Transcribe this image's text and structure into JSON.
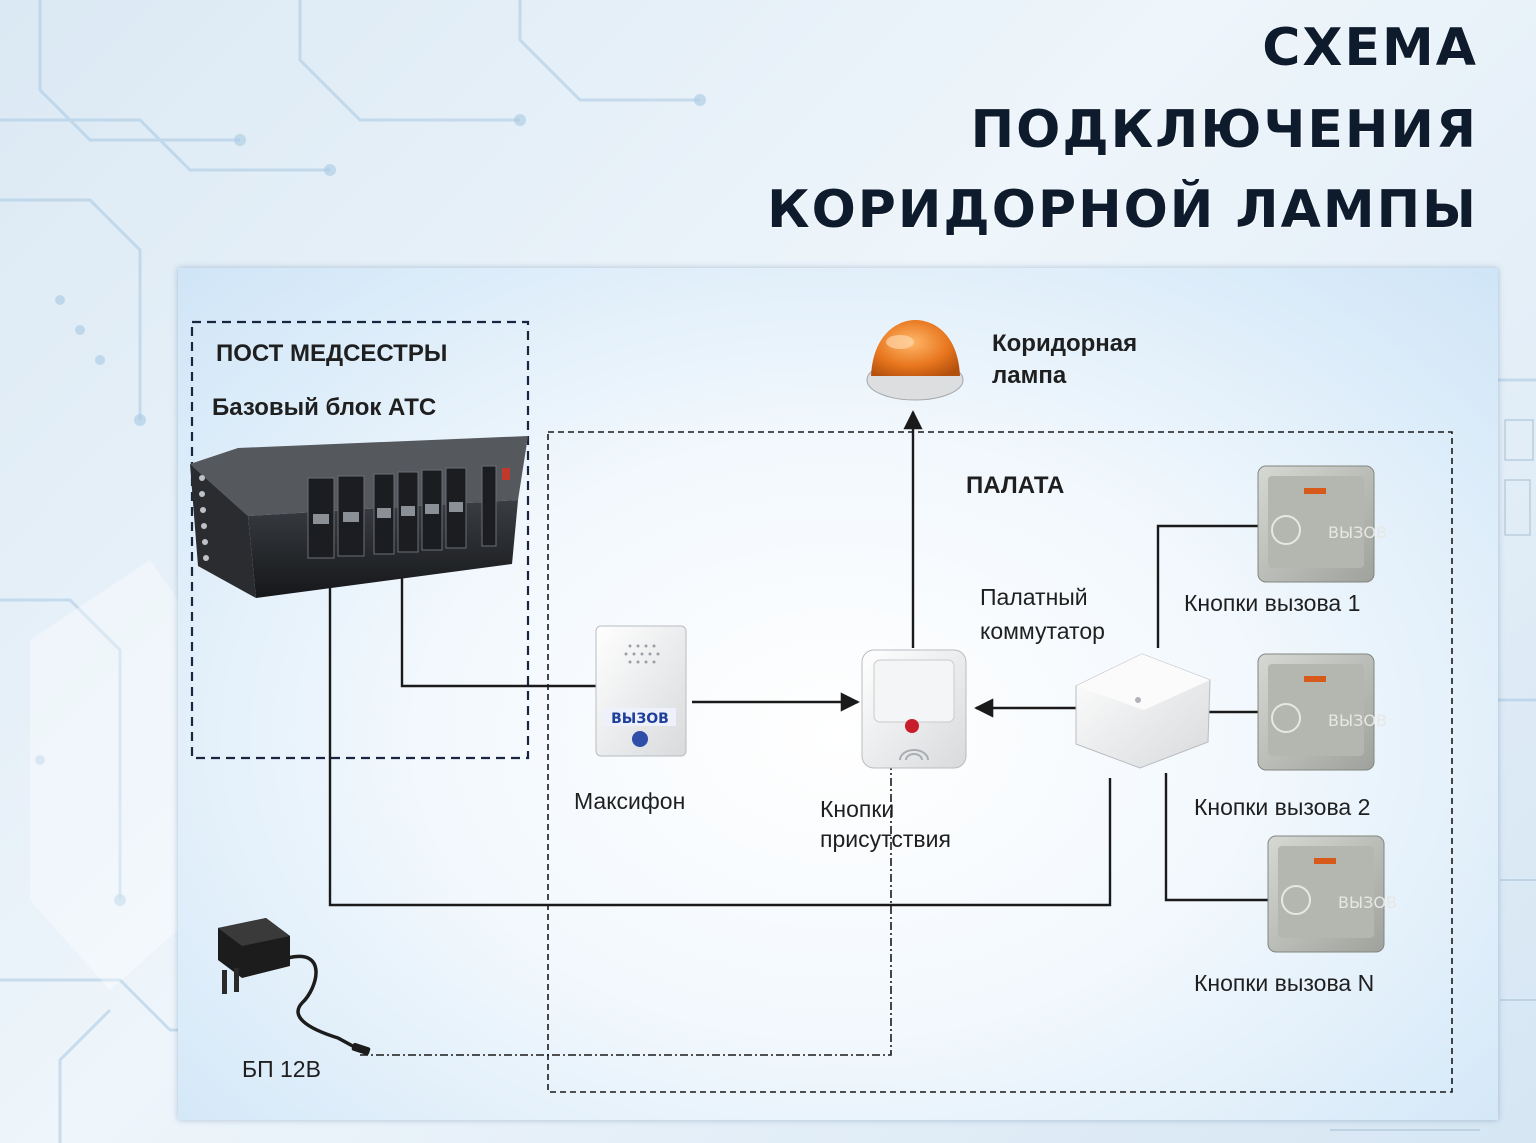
{
  "title": {
    "line1": "СХЕМА",
    "line2": "ПОДКЛЮЧЕНИЯ",
    "line3": "КОРИДОРНОЙ ЛАМПЫ"
  },
  "labels": {
    "nurse_post": "ПОСТ МЕДСЕСТРЫ",
    "base_unit": "Базовый блок АТС",
    "corridor_lamp_1": "Коридорная",
    "corridor_lamp_2": "лампа",
    "ward": "ПАЛАТА",
    "ward_switch_1": "Палатный",
    "ward_switch_2": "коммутатор",
    "call_buttons_1": "Кнопки вызова 1",
    "call_buttons_2": "Кнопки вызова 2",
    "call_buttons_n": "Кнопки вызова N",
    "maxiphone": "Максифон",
    "presence_1": "Кнопки",
    "presence_2": "присутствия",
    "psu": "БП 12В"
  },
  "device_text": {
    "intercom_call": "ВЫЗОВ",
    "button_call": "ВЫЗОВ"
  },
  "colors": {
    "title": "#0e1b2c",
    "lamp": "#e8761e",
    "line": "#1a1a1a",
    "intercom_label": "#1f3f9a"
  },
  "icons": [
    "pbx-rack-icon",
    "corridor-lamp-icon",
    "intercom-icon",
    "presence-button-icon",
    "junction-box-icon",
    "call-button-icon",
    "power-adapter-icon"
  ]
}
